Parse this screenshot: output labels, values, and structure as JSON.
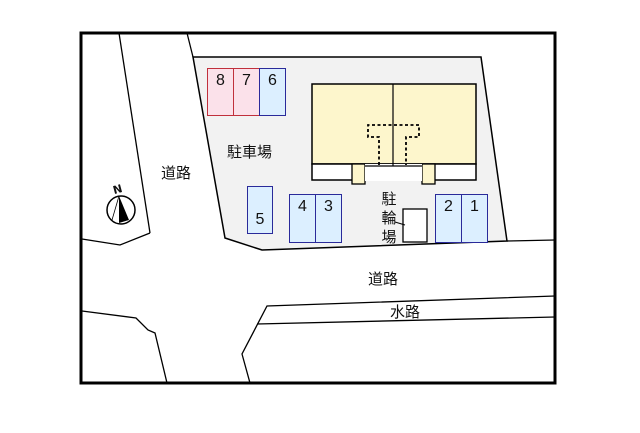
{
  "map": {
    "labels": {
      "road_west": "道路",
      "road_south": "道路",
      "waterway": "水路",
      "parking": "駐車場",
      "bicycle_parking": "駐輪場",
      "north": "N"
    },
    "parking_stalls": [
      {
        "number": "8",
        "color": "red"
      },
      {
        "number": "7",
        "color": "red"
      },
      {
        "number": "6",
        "color": "blue"
      },
      {
        "number": "5",
        "color": "blue"
      },
      {
        "number": "4",
        "color": "blue"
      },
      {
        "number": "3",
        "color": "blue"
      },
      {
        "number": "2",
        "color": "blue"
      },
      {
        "number": "1",
        "color": "blue"
      }
    ],
    "colors": {
      "building": "#fdf6cc",
      "lot": "#f2f2f2",
      "stall_red_fill": "#fbe1ea",
      "stall_red_border": "#c0303c",
      "stall_blue_fill": "#dcefff",
      "stall_blue_border": "#2a2a9a"
    }
  }
}
